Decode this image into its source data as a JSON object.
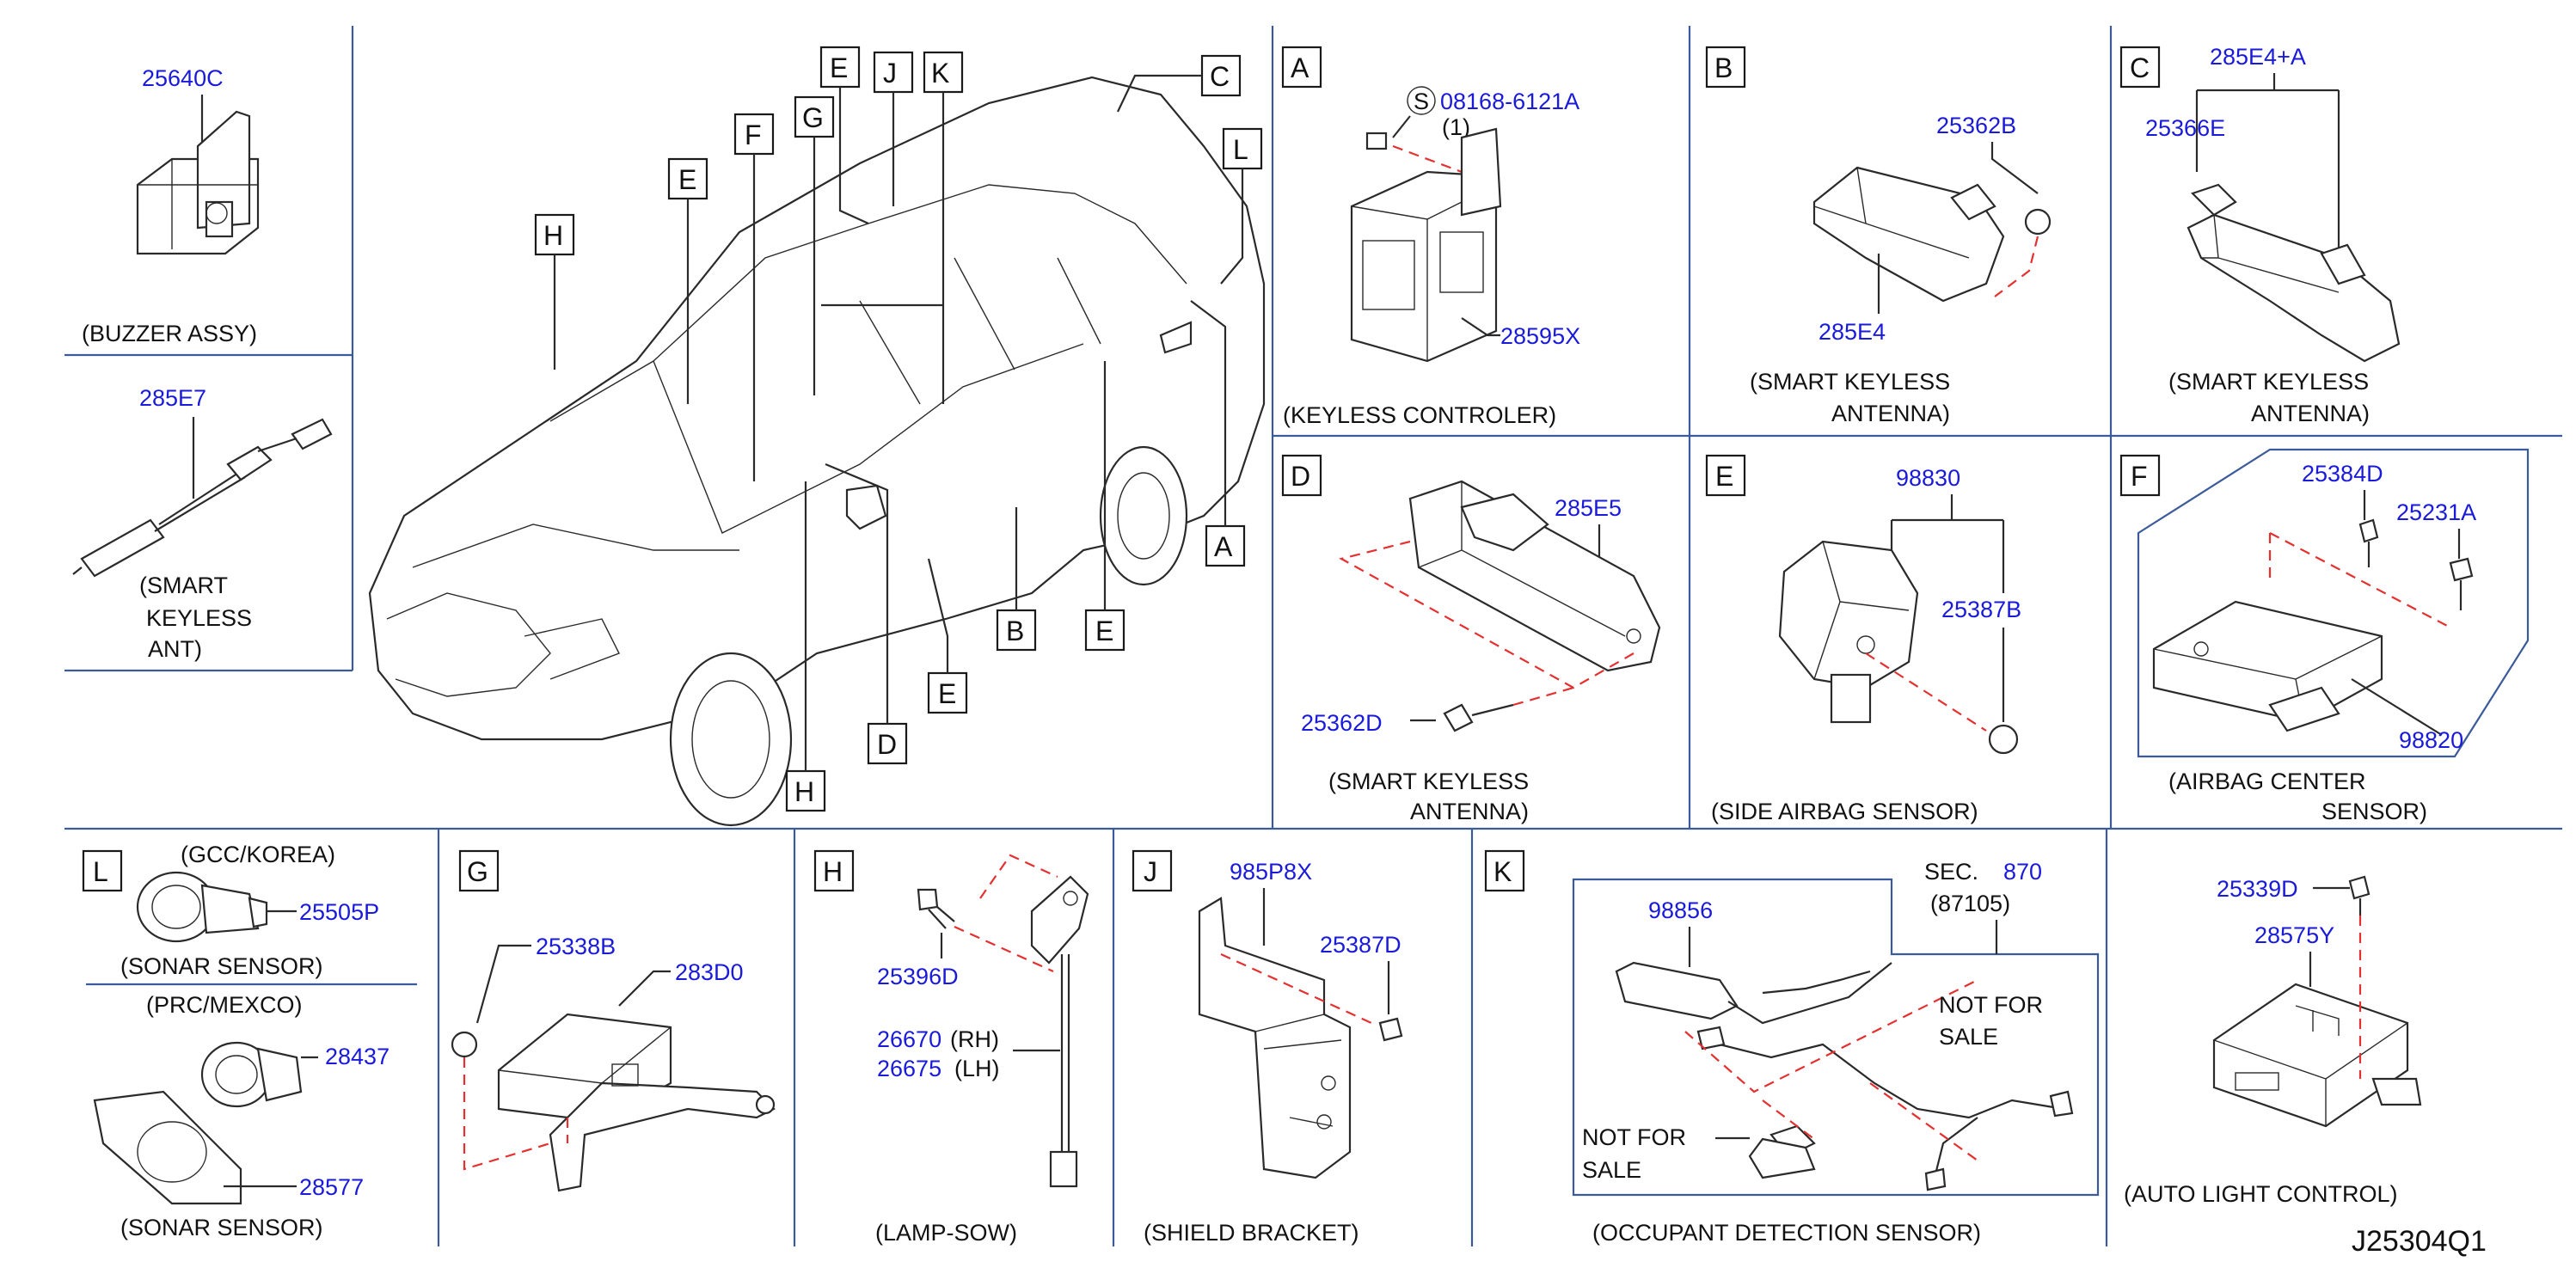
{
  "drawing_id": "J25304Q1",
  "colors": {
    "part_number": "#1a1adb",
    "leader": "#2a2a2a",
    "dashed": "#e53030",
    "divider": "#3b5a9a"
  },
  "panels": {
    "buzzer": {
      "part": "25640C",
      "caption": "(BUZZER   ASSY)"
    },
    "smart_keyless_ant": {
      "part": "285E7",
      "caption": [
        "(SMART",
        "KEYLESS",
        "ANT)"
      ]
    },
    "vehicle": {
      "callouts": [
        "E",
        "J",
        "K",
        "G",
        "F",
        "E",
        "H",
        "C",
        "L",
        "A",
        "B",
        "E",
        "E",
        "D",
        "H"
      ]
    },
    "A": {
      "letter": "A",
      "s_mark": "S",
      "bolt": "08168-6121A",
      "qty": "(1)",
      "part": "28595X",
      "caption": "(KEYLESS   CONTROLER)"
    },
    "B": {
      "letter": "B",
      "nut": "25362B",
      "part": "285E4",
      "caption": [
        "(SMART   KEYLESS",
        "ANTENNA)"
      ]
    },
    "C": {
      "letter": "C",
      "kit": "285E4+A",
      "clip": "25366E",
      "caption": [
        "(SMART   KEYLESS",
        "ANTENNA)"
      ]
    },
    "D": {
      "letter": "D",
      "part": "285E5",
      "screw": "25362D",
      "caption": [
        "(SMART   KEYLESS",
        "ANTENNA)"
      ]
    },
    "E": {
      "letter": "E",
      "part": "98830",
      "nut": "25387B",
      "caption": "(SIDE   AIRBAG   SENSOR)"
    },
    "F": {
      "letter": "F",
      "bolt1": "25384D",
      "bolt2": "25231A",
      "part": "98820",
      "caption": [
        "(AIRBAG   CENTER",
        "SENSOR)"
      ]
    },
    "L": {
      "letter": "L",
      "market1": "(GCC/KOREA)",
      "part1": "25505P",
      "caption1": "(SONAR   SENSOR)",
      "market2": "(PRC/MEXCO)",
      "part2": "28437",
      "part3": "28577",
      "caption2": "(SONAR   SENSOR)"
    },
    "G": {
      "letter": "G",
      "nut": "25338B",
      "part": "283D0"
    },
    "H": {
      "letter": "H",
      "screw": "25396D",
      "part_rh": "26670",
      "part_lh": "26675",
      "rh": "(RH)",
      "lh": "(LH)",
      "caption": "(LAMP-SOW)"
    },
    "J": {
      "letter": "J",
      "part": "985P8X",
      "nut": "25387D",
      "caption": "(SHIELD   BRACKET)"
    },
    "K": {
      "letter": "K",
      "sec_label": "SEC.",
      "sec_num": "870",
      "sec_ref": "(87105)",
      "part": "98856",
      "nfs1": [
        "NOT   FOR",
        "SALE"
      ],
      "nfs2": [
        "NOT   FOR",
        "SALE"
      ],
      "caption": "(OCCUPANT   DETECTION   SENSOR)"
    },
    "autolight": {
      "screw": "25339D",
      "part": "28575Y",
      "caption": "(AUTO   LIGHT   CONTROL)"
    }
  }
}
